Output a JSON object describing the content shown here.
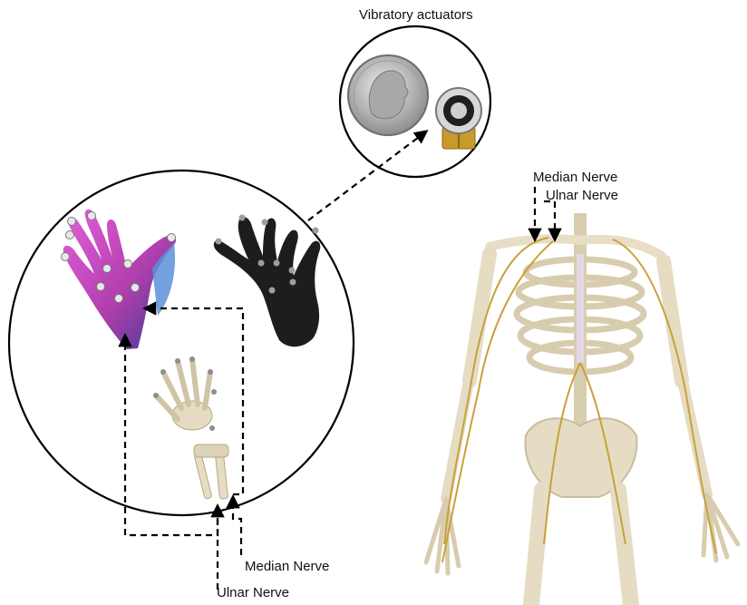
{
  "labels": {
    "actuators": "Vibratory actuators",
    "median_top": "Median Nerve",
    "ulnar_top": "Ulnar Nerve",
    "median_bottom": "Median Nerve",
    "ulnar_bottom": "Ulnar Nerve"
  },
  "colors": {
    "line": "#000000",
    "magenta_hand": "#d04fc8",
    "blue_hand": "#5a8fd8",
    "glove": "#1d1d1d",
    "bone": "#e6dcc4",
    "nerve": "#c9a13a",
    "coin": "#bdbdbd"
  }
}
